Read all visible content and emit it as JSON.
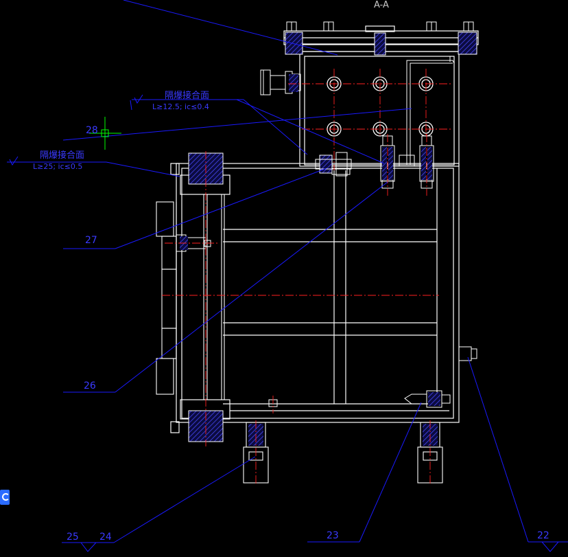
{
  "section_title": "A-A",
  "annotations": {
    "flameproof_1": {
      "title": "隔爆接合面",
      "spec": "L≥12.5; ic≤0.4"
    },
    "flameproof_2": {
      "title": "隔爆接合面",
      "spec": "L≥25; ic≤0.5"
    }
  },
  "part_labels": {
    "p22": "22",
    "p23": "23",
    "p24": "24",
    "p25": "25",
    "p26": "26",
    "p27": "27",
    "p28": "28"
  },
  "colors": {
    "background": "#000000",
    "outline": "#ffffff",
    "leader": "#1a1aff",
    "centerline": "#ff2020",
    "hatch": "#3a3aff",
    "cursor": "#00ff00"
  }
}
